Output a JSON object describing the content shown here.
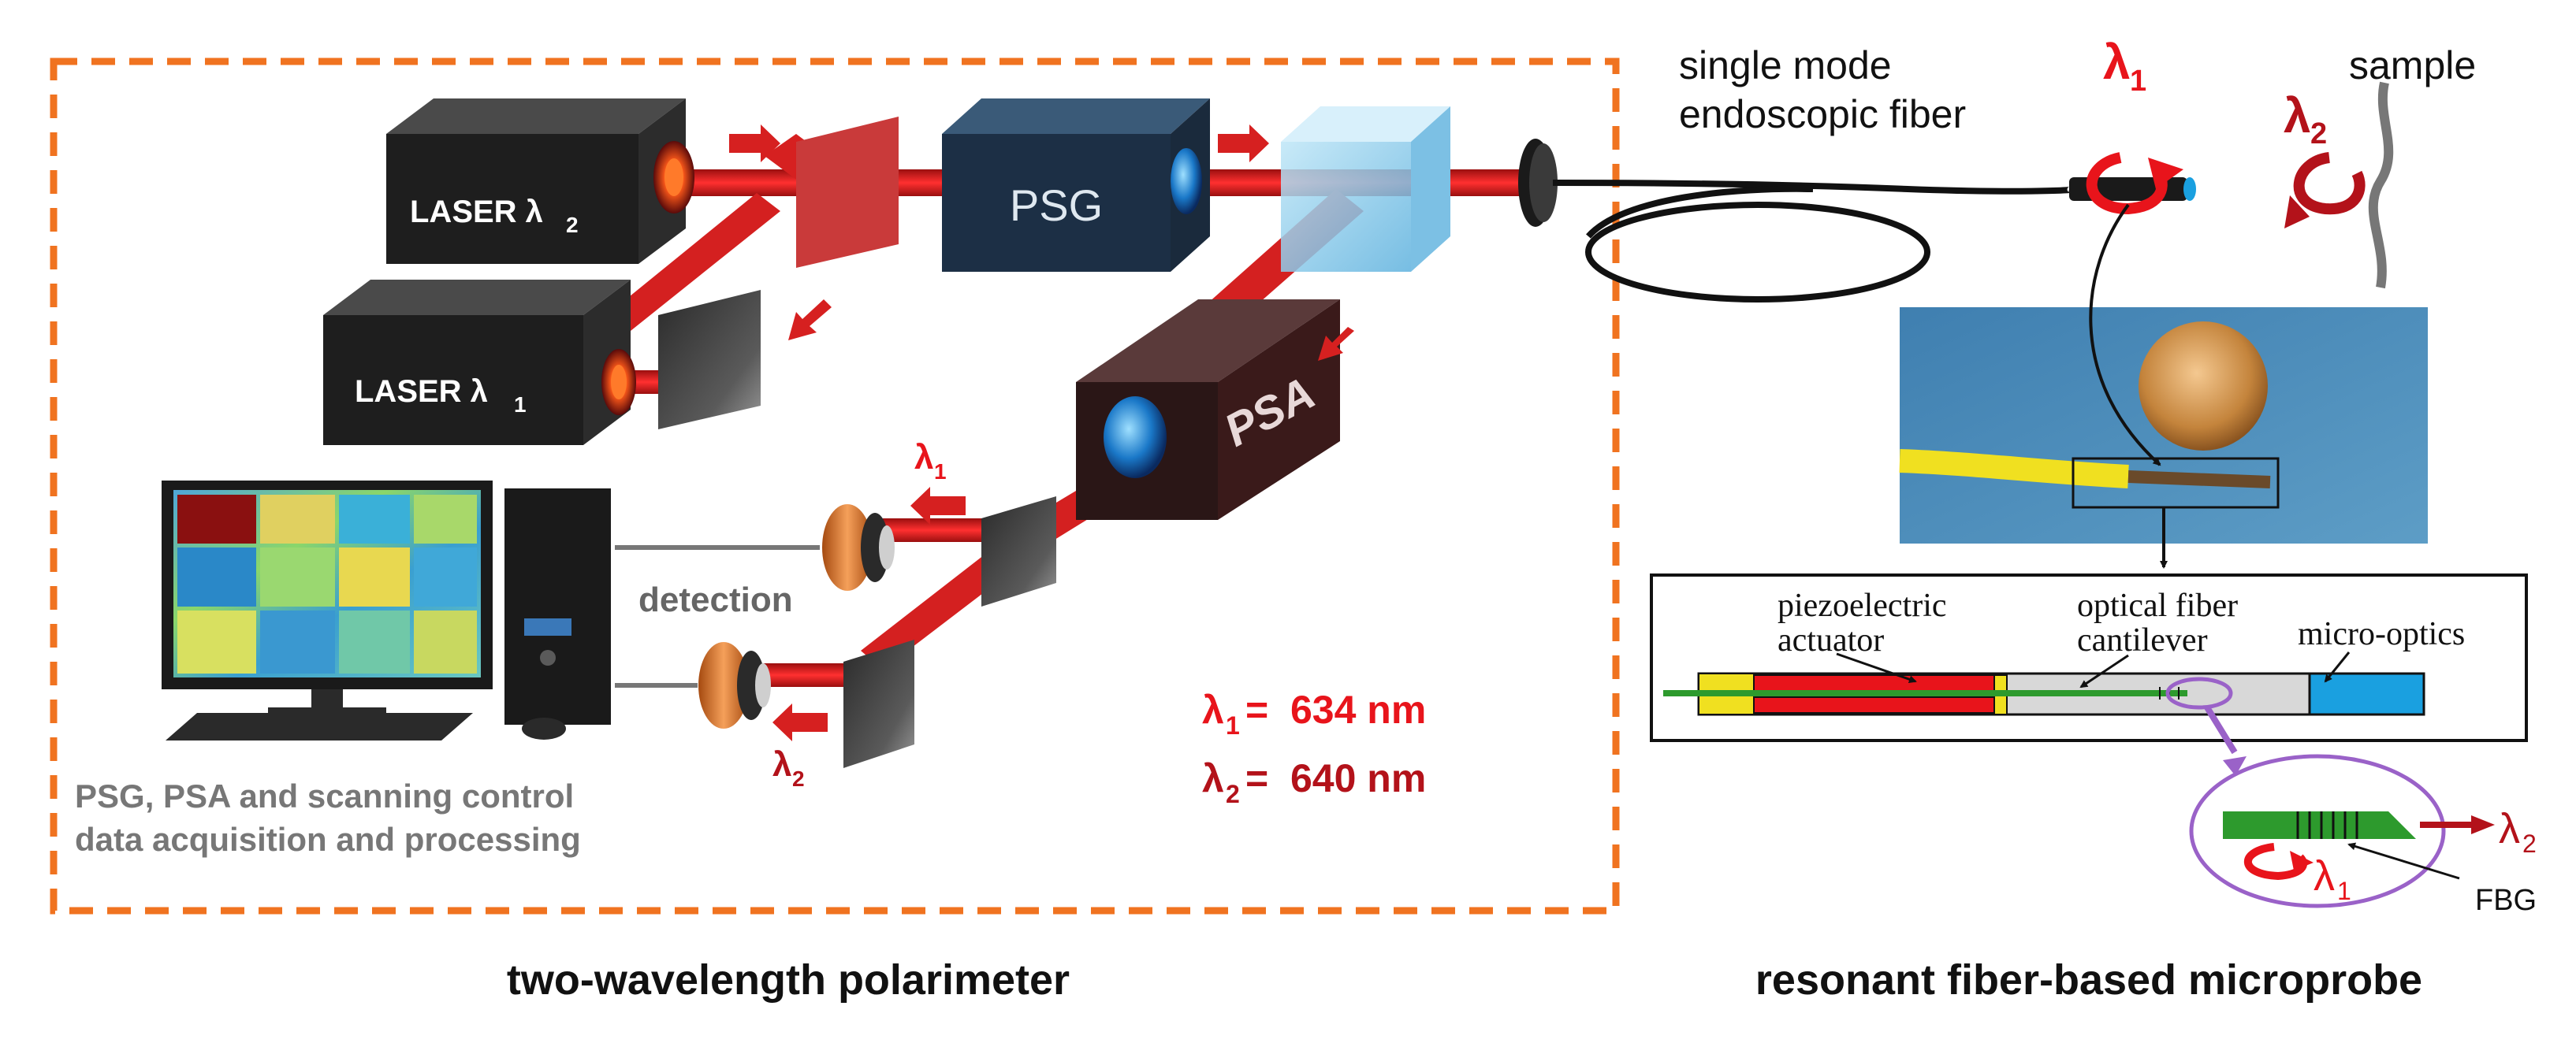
{
  "left_panel": {
    "caption": "two-wavelength polarimeter",
    "laser2_label": "LASER λ",
    "laser2_sub": "2",
    "laser1_label": "LASER λ",
    "laser1_sub": "1",
    "psg_label": "PSG",
    "psa_label": "PSA",
    "detection_label": "detection",
    "lambda_symbol": "λ",
    "det1_sub": "1",
    "det2_sub": "2",
    "control_line1": "PSG, PSA and scanning control",
    "control_line2": "data acquisition and processing",
    "wl1_sub": "1",
    "wl1_value": "=  634 nm",
    "wl2_sub": "2",
    "wl2_value": "=  640 nm"
  },
  "right_panel": {
    "caption": "resonant fiber-based microprobe",
    "fiber_line1": "single mode",
    "fiber_line2": "endoscopic fiber",
    "sample_label": "sample",
    "lambda_symbol": "λ",
    "tip_sub1": "1",
    "sample_sub2": "2",
    "piezo_line1": "piezoelectric",
    "piezo_line2": "actuator",
    "cantilever_line1": "optical fiber",
    "cantilever_line2": "cantilever",
    "microoptics_label": "micro-optics",
    "fbg_label": "FBG",
    "zoom_sub2": "2",
    "zoom_sub1": "1"
  },
  "colors": {
    "frame_orange": "#f07320",
    "beam_red": "#e41e1e",
    "label_red": "#e8141b",
    "dark_red": "#b3121a",
    "zoom_purple": "#9a62c8",
    "cantilever_green": "#2d9a2d",
    "microoptics_blue": "#1aa0e0",
    "fiber_yellow": "#f0e020"
  }
}
